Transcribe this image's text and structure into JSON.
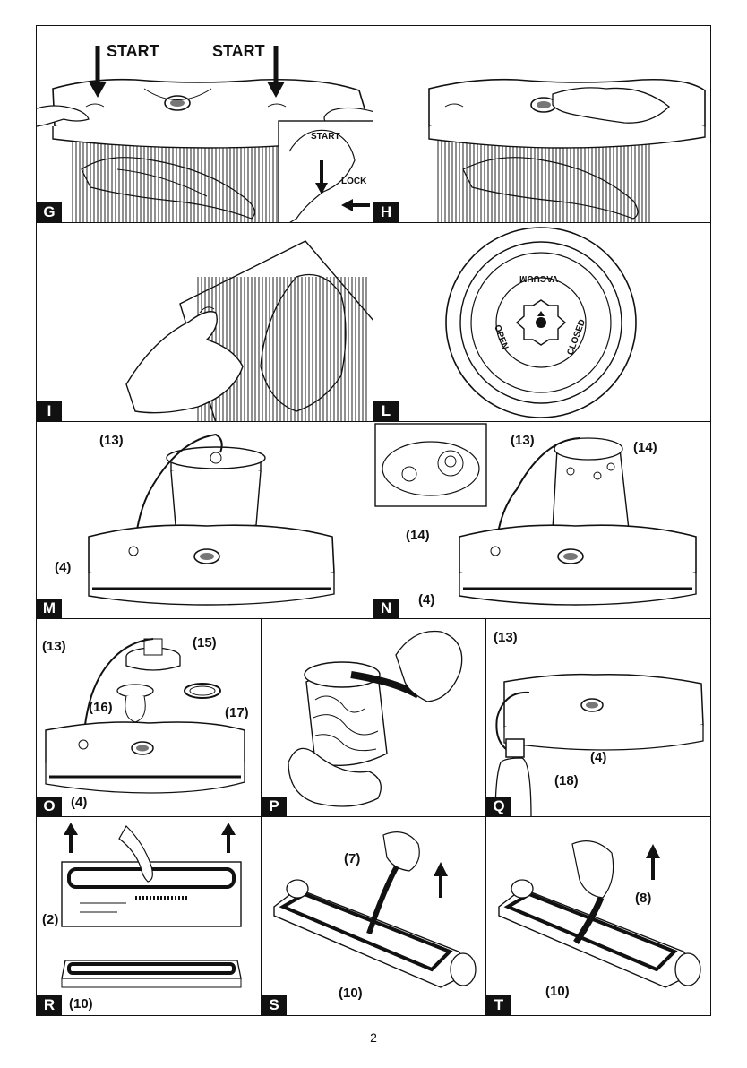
{
  "page_number": "2",
  "panels": {
    "G": {
      "tag": "G",
      "labels": [
        "START",
        "START",
        "START",
        "LOCK"
      ]
    },
    "H": {
      "tag": "H"
    },
    "I": {
      "tag": "I"
    },
    "L": {
      "tag": "L",
      "dial": {
        "top": "VACUUM",
        "left": "OPEN",
        "right": "CLOSED"
      }
    },
    "M": {
      "tag": "M",
      "labels": [
        "(13)",
        "(4)"
      ]
    },
    "N": {
      "tag": "N",
      "labels": [
        "(13)",
        "(14)",
        "(14)",
        "(4)"
      ]
    },
    "O": {
      "tag": "O",
      "labels": [
        "(13)",
        "(15)",
        "(16)",
        "(17)",
        "(4)"
      ]
    },
    "P": {
      "tag": "P"
    },
    "Q": {
      "tag": "Q",
      "labels": [
        "(13)",
        "(4)",
        "(18)"
      ]
    },
    "R": {
      "tag": "R",
      "labels": [
        "(2)",
        "(10)"
      ]
    },
    "S": {
      "tag": "S",
      "labels": [
        "(7)",
        "(10)"
      ]
    },
    "T": {
      "tag": "T",
      "labels": [
        "(8)",
        "(10)"
      ]
    }
  },
  "colors": {
    "ink": "#111111",
    "paper": "#ffffff"
  }
}
